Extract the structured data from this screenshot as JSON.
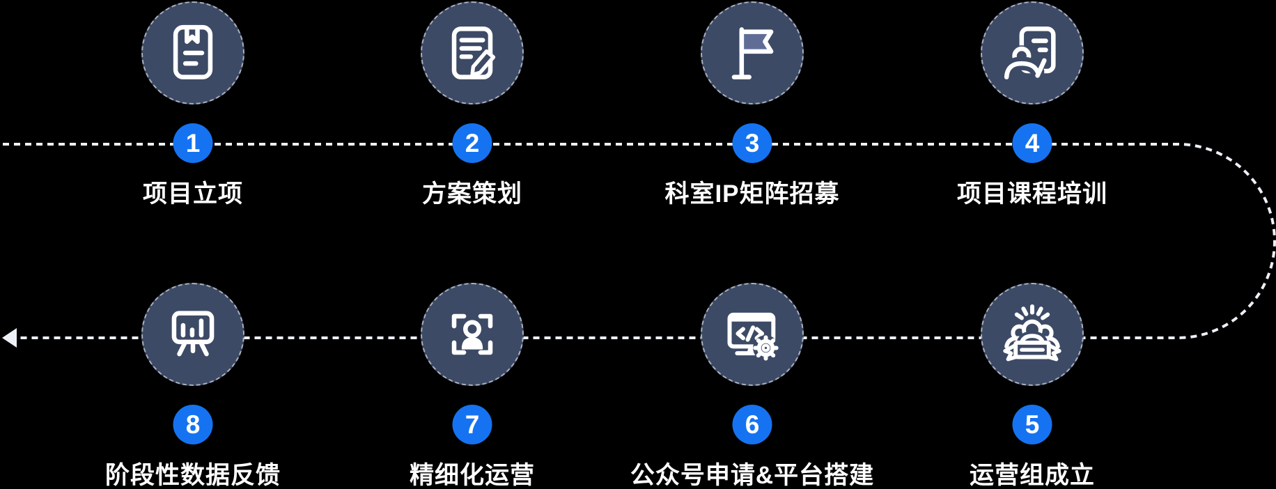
{
  "colors": {
    "background": "#000000",
    "node_fill": "#3d4a66",
    "node_border": "#aab1bd",
    "badge_blue": "#1573f1",
    "connector": "#edf0f7",
    "label_text": "#ffffff",
    "flag_fill": "#5f6d96"
  },
  "connector": {
    "style": "dashed",
    "shape": "s-curve-right",
    "arrowhead": "left"
  },
  "steps": [
    {
      "number": "1",
      "label": "项目立项",
      "icon": "notebook-icon",
      "row": "top",
      "column": 1
    },
    {
      "number": "2",
      "label": "方案策划",
      "icon": "document-pencil-icon",
      "row": "top",
      "column": 2
    },
    {
      "number": "3",
      "label": "科室IP矩阵招募",
      "icon": "flag-icon",
      "row": "top",
      "column": 3
    },
    {
      "number": "4",
      "label": "项目课程培训",
      "icon": "trainer-board-icon",
      "row": "top",
      "column": 4
    },
    {
      "number": "5",
      "label": "运营组成立",
      "icon": "team-celebration-icon",
      "row": "bottom",
      "column": 4
    },
    {
      "number": "6",
      "label": "公众号申请&平台搭建",
      "icon": "code-platform-icon",
      "row": "bottom",
      "column": 3
    },
    {
      "number": "7",
      "label": "精细化运营",
      "icon": "focus-person-icon",
      "row": "bottom",
      "column": 2
    },
    {
      "number": "8",
      "label": "阶段性数据反馈",
      "icon": "easel-chart-icon",
      "row": "bottom",
      "column": 1
    }
  ]
}
